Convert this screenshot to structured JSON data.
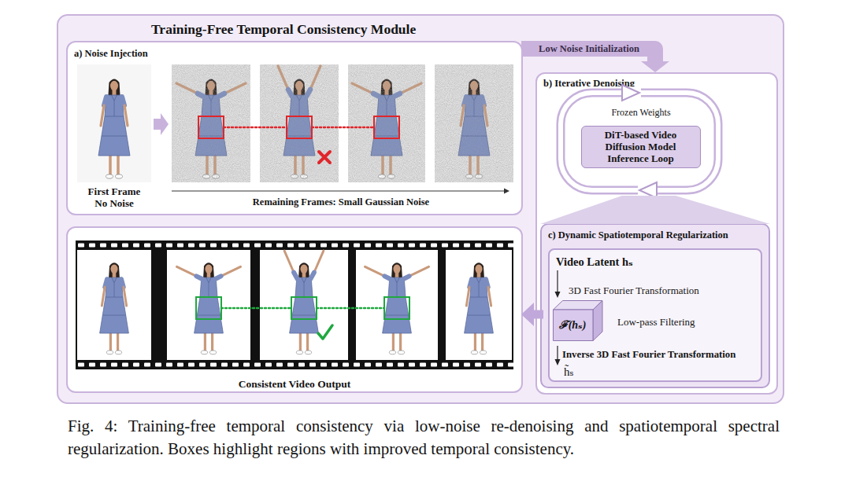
{
  "diagram": {
    "caption": "Fig. 4: Training-free temporal consistency via low-noise re-denoising and spatiotemporal spectral regularization. Boxes highlight regions with improved temporal consistency.",
    "nodes": [
      {
        "text": [
          "Training-Free Temporal Consistency Module"
        ]
      },
      {
        "text": [
          "a) Noise Injection"
        ],
        "in": 0
      },
      {
        "text": [
          "b) Iterative Denoising"
        ],
        "in": 0
      },
      {
        "text": [
          "DiT-based Video Diffusion Model Inference Loop"
        ],
        "in": 2
      },
      {
        "text": [
          "c) Dynamic Spatiotemporal Regularization"
        ],
        "in": 2
      },
      {
        "text": [
          "Video Latent hₛ",
          "3D Fast Fourier Transformation",
          "Low-pass Filtering",
          "Inverse 3D Fast Fourier Transformation",
          "h̃ₛ"
        ],
        "in": 4
      },
      {
        "text": [
          "ℱ(hₛ)"
        ],
        "in": 5
      },
      {
        "text": [
          "Consistent Video Output"
        ],
        "in": 0
      }
    ],
    "edges": [
      {
        "from": 1,
        "to": 2,
        "arrow": "to",
        "label": "Low Noise Initialization"
      },
      {
        "from": 4,
        "to": 7,
        "arrow": "to"
      }
    ],
    "labels": [
      "First Frame No Noise",
      "Remaining Frames: Small Gaussian Noise",
      "Frozen Weights"
    ]
  }
}
